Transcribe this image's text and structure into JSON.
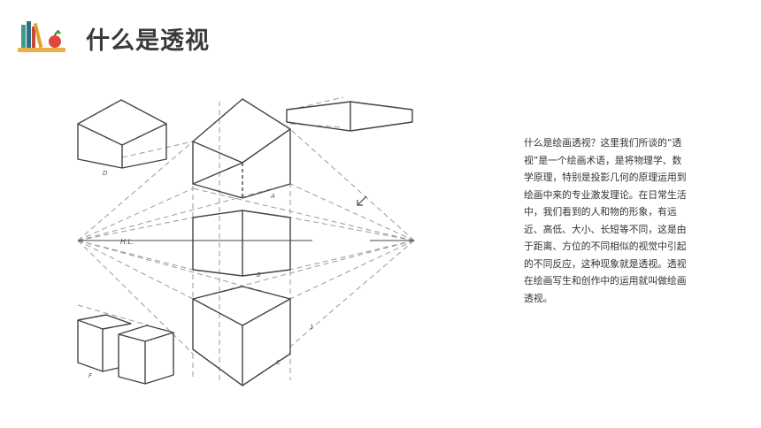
{
  "header": {
    "title": "什么是透视"
  },
  "figure": {
    "labels": {
      "cube_top_left": "D",
      "prism_top": "A",
      "prism_middle": "B",
      "prism_bottom": "C",
      "cubes_bottom_left": "F",
      "horizon": "H.L.",
      "edge_mark": "1"
    }
  },
  "description": {
    "text": "什么是绘画透视？这里我们所谈的“透视”是一个绘画术语，是将物理学、数学原理，特别是投影几何的原理运用到绘画中来的专业激发理论。在日常生活中，我们看到的人和物的形象，有远近、高低、大小、长短等不同，这是由于距离、方位的不同相似的视觉中引起的不同反应，这种现象就是透视。透视在绘画写生和创作中的运用就叫做绘画透视。"
  },
  "colors": {
    "title": "#3a3a3a",
    "text": "#333333",
    "sketch_line": "#444444",
    "guide_line": "#9a9a9a"
  }
}
